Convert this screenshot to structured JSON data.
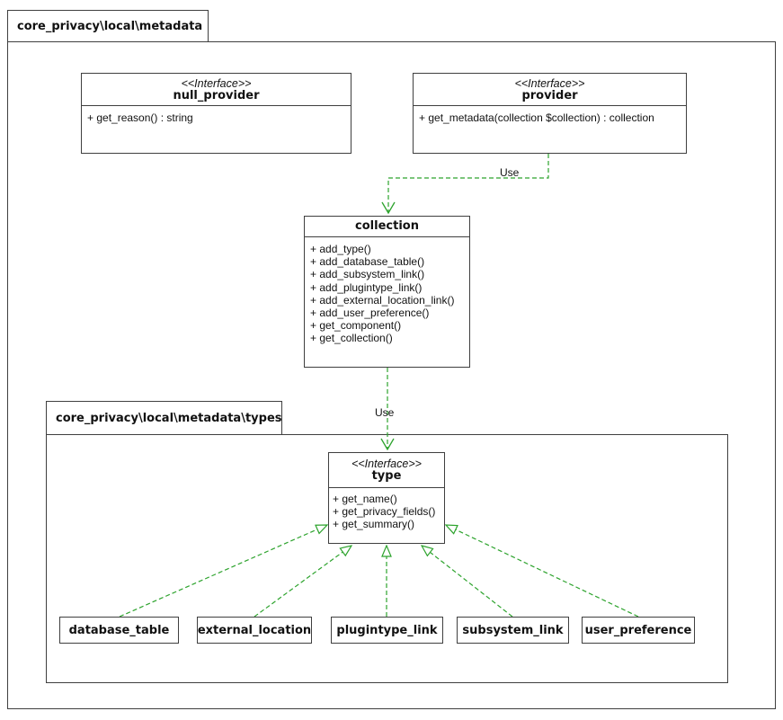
{
  "packages": {
    "outer": {
      "title": "core_privacy\\local\\metadata"
    },
    "inner": {
      "title": "core_privacy\\local\\metadata\\types"
    }
  },
  "classes": {
    "null_provider": {
      "stereotype": "<<Interface>>",
      "name": "null_provider",
      "methods": [
        "+ get_reason() : string"
      ]
    },
    "provider": {
      "stereotype": "<<Interface>>",
      "name": "provider",
      "methods": [
        "+ get_metadata(collection $collection) : collection"
      ]
    },
    "collection": {
      "name": "collection",
      "methods": [
        "+ add_type()",
        "+ add_database_table()",
        "+ add_subsystem_link()",
        "+ add_plugintype_link()",
        "+ add_external_location_link()",
        "+ add_user_preference()",
        "+ get_component()",
        "+ get_collection()"
      ]
    },
    "type": {
      "stereotype": "<<Interface>>",
      "name": "type",
      "methods": [
        "+ get_name()",
        "+ get_privacy_fields()",
        "+ get_summary()"
      ]
    },
    "database_table": {
      "name": "database_table"
    },
    "external_location": {
      "name": "external_location"
    },
    "plugintype_link": {
      "name": "plugintype_link"
    },
    "subsystem_link": {
      "name": "subsystem_link"
    },
    "user_preference": {
      "name": "user_preference"
    }
  },
  "edges": {
    "provider_uses_collection": {
      "from": "provider",
      "to": "collection",
      "label": "Use",
      "style": "dashed",
      "arrow": "open"
    },
    "collection_uses_type": {
      "from": "collection",
      "to": "type",
      "label": "Use",
      "style": "dashed",
      "arrow": "open"
    },
    "implements": [
      {
        "from": "database_table",
        "to": "type"
      },
      {
        "from": "external_location",
        "to": "type"
      },
      {
        "from": "plugintype_link",
        "to": "type"
      },
      {
        "from": "subsystem_link",
        "to": "type"
      },
      {
        "from": "user_preference",
        "to": "type"
      }
    ]
  },
  "colors": {
    "arrow_green": "#2da32d",
    "border": "#3f3f3f",
    "background": "#ffffff",
    "text": "#111111"
  }
}
